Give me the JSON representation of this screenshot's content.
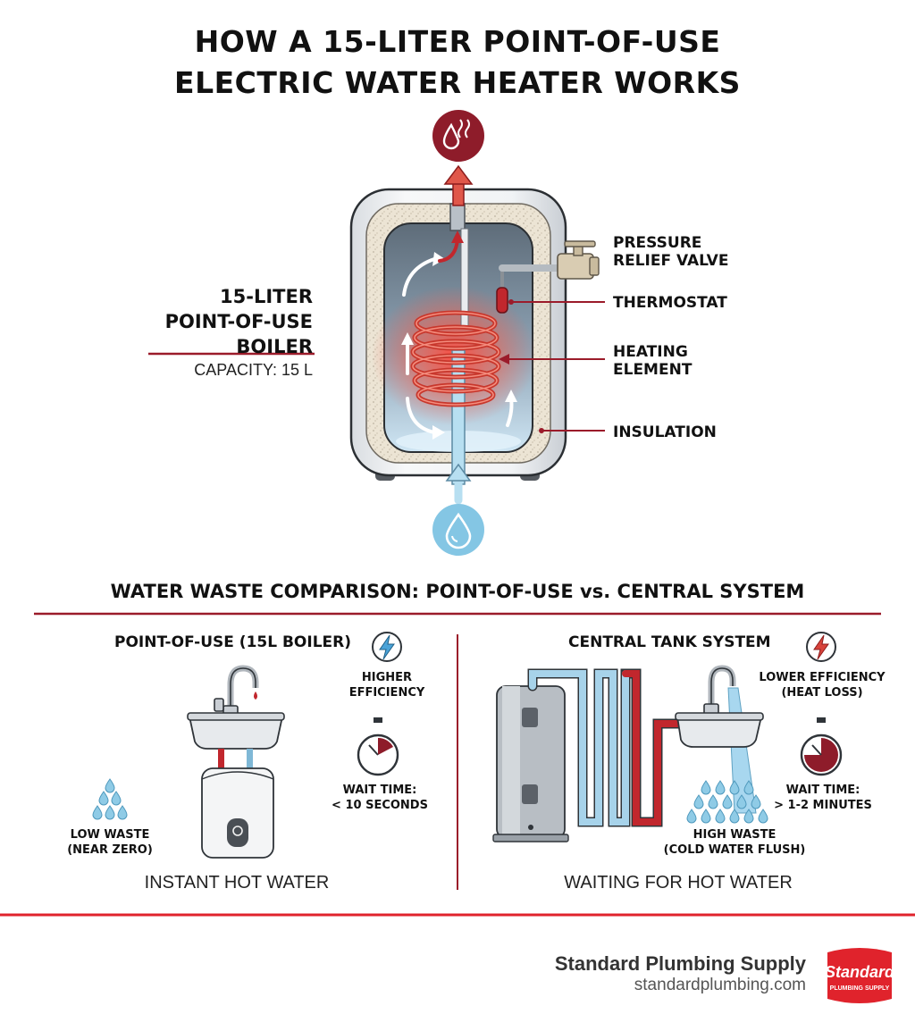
{
  "title": {
    "line1": "HOW A 15-LITER POINT-OF-USE",
    "line2": "ELECTRIC WATER HEATER WORKS"
  },
  "diagram": {
    "boiler_name": [
      "15-LITER",
      "POINT-OF-USE",
      "BOILER"
    ],
    "capacity": "CAPACITY: 15 L",
    "callouts": {
      "pressure_relief_valve": [
        "PRESSURE",
        "RELIEF VALVE"
      ],
      "thermostat": "THERMOSTAT",
      "heating_element": [
        "HEATING",
        "ELEMENT"
      ],
      "insulation": "INSULATION"
    },
    "icons": {
      "hot_outlet": "hot-water-drop-icon",
      "cold_inlet": "cold-water-drop-icon"
    },
    "colors": {
      "hot": "#c1272d",
      "cold": "#58b4dc",
      "accent": "#9b1b2a",
      "insulation": "#ebe3d3"
    }
  },
  "comparison": {
    "title": "WATER WASTE COMPARISON: POINT-OF-USE vs. CENTRAL SYSTEM",
    "point_of_use": {
      "title": "POINT-OF-USE (15L BOILER)",
      "efficiency": [
        "HIGHER",
        "EFFICIENCY"
      ],
      "wait_time": [
        "WAIT TIME:",
        "< 10 SECONDS"
      ],
      "waste": [
        "LOW WASTE",
        "(NEAR ZERO)"
      ],
      "caption": "INSTANT HOT WATER"
    },
    "central": {
      "title": "CENTRAL TANK SYSTEM",
      "efficiency": [
        "LOWER EFFICIENCY",
        "(HEAT LOSS)"
      ],
      "wait_time": [
        "WAIT TIME:",
        "> 1-2 MINUTES"
      ],
      "waste": [
        "HIGH WASTE",
        "(COLD WATER FLUSH)"
      ],
      "caption": "WAITING FOR HOT WATER"
    }
  },
  "footer": {
    "brand_name": "Standard Plumbing Supply",
    "url": "standardplumbing.com",
    "logo_text": "Standard",
    "logo_sub": "PLUMBING SUPPLY"
  }
}
